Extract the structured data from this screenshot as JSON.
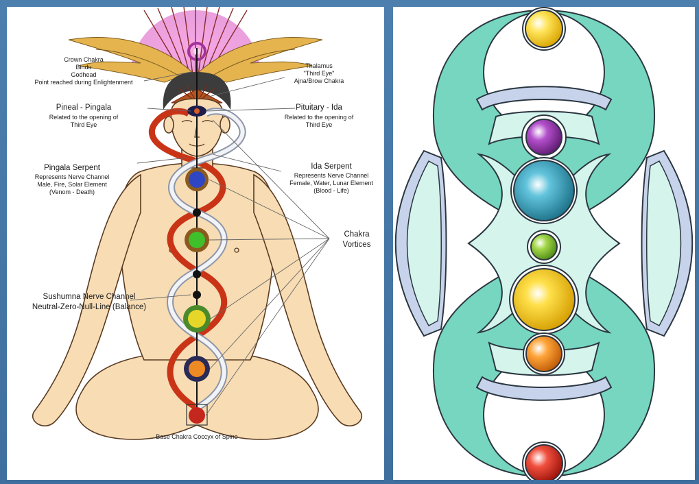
{
  "left_diagram": {
    "labels": {
      "crown": [
        "Crown Chakra",
        "Bindu",
        "Godhead",
        "Point reached during Enlightenment"
      ],
      "thalamus": [
        "Thalamus",
        "\"Third Eye\"",
        "Ajna/Brow Chakra"
      ],
      "pineal_title": "Pineal - Pingala",
      "pineal_sub": [
        "Related to the opening of",
        "Third Eye"
      ],
      "pituitary_title": "Pituitary - Ida",
      "pituitary_sub": [
        "Related to the opening of",
        "Third Eye"
      ],
      "pingala_title": "Pingala Serpent",
      "pingala_sub": [
        "Represents Nerve Channel",
        "Male, Fire, Solar Element",
        "(Venom - Death)"
      ],
      "ida_title": "Ida Serpent",
      "ida_sub": [
        "Represents Nerve Channel",
        "Female, Water, Lunar Element",
        "(Blood - Life)"
      ],
      "vortices": [
        "Chakra",
        "Vortices"
      ],
      "sushumna": [
        "Sushumna Nerve Channel",
        "Neutral-Zero-Null-Line (Balance)"
      ],
      "base": "Base Chakra Coccyx of Spine"
    },
    "chakra_colors": [
      "#2f46c4",
      "#3fbf2a",
      "#e7d62a",
      "#ee8a24",
      "#c4271d"
    ]
  },
  "right_diagram": {
    "colors": {
      "teal": "#77d6bf",
      "mint": "#d4f4ec",
      "band": "#c7d3eb",
      "outline": "#2b3640"
    },
    "orbs": [
      "#f0c814",
      "#8a2a9e",
      "#2c9bb4",
      "#7dbb2d",
      "#f2c712",
      "#ef8b1a",
      "#d9281c"
    ]
  }
}
